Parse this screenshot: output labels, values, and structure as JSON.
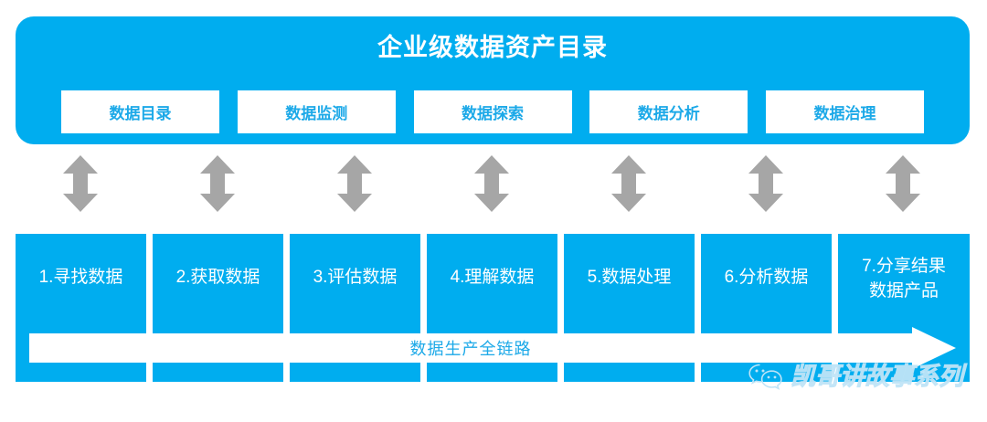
{
  "platform": {
    "title": "企业级数据资产目录",
    "bg_color": "#00ADEF",
    "title_color": "#FFFFFF",
    "modules": [
      {
        "label": "数据目录"
      },
      {
        "label": "数据监测"
      },
      {
        "label": "数据探索"
      },
      {
        "label": "数据分析"
      },
      {
        "label": "数据治理"
      }
    ]
  },
  "connectors": {
    "icon": "double-headed-vertical-arrow",
    "color": "#A6A6A6",
    "count": 7
  },
  "pipeline": {
    "box_color": "#00ADEF",
    "text_color": "#FFFFFF",
    "stages": [
      {
        "line1": "1.寻找数据",
        "line2": ""
      },
      {
        "line1": "2.获取数据",
        "line2": ""
      },
      {
        "line1": "3.评估数据",
        "line2": ""
      },
      {
        "line1": "4.理解数据",
        "line2": ""
      },
      {
        "line1": "5.数据处理",
        "line2": ""
      },
      {
        "line1": "6.分析数据",
        "line2": ""
      },
      {
        "line1": "7.分享结果",
        "line2": "数据产品"
      }
    ],
    "chain_arrow": {
      "label": "数据生产全链路",
      "fill": "#FFFFFF",
      "label_color": "#1CA9E8"
    }
  },
  "watermark": {
    "icon": "wechat-icon",
    "text": "凯哥讲故事系列",
    "color": "#BFE4F7"
  }
}
